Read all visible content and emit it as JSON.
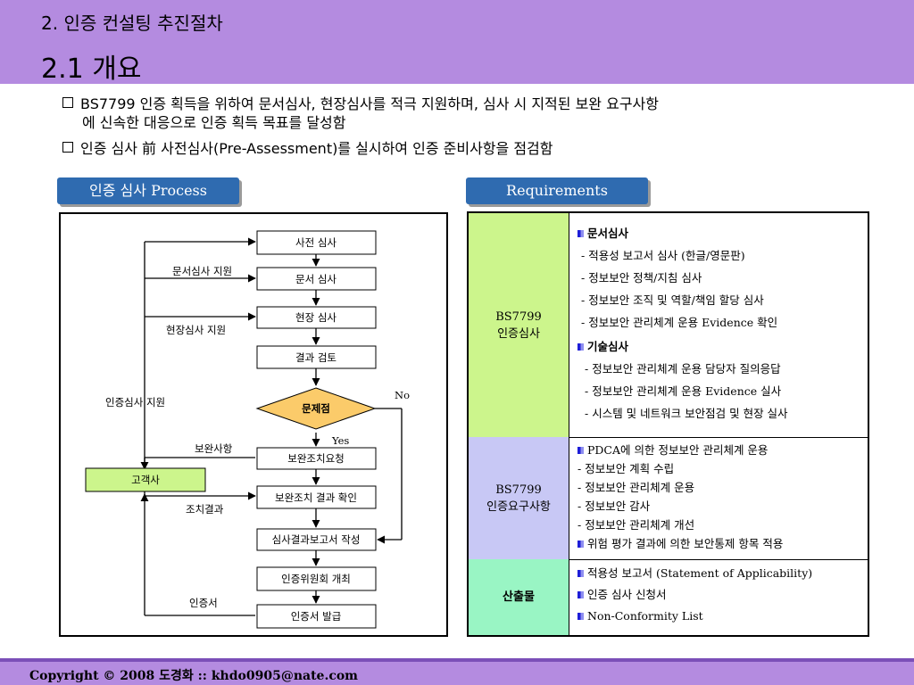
{
  "header": {
    "subtitle": "2. 인증 컨설팅 추진절차",
    "title": "2.1  개요"
  },
  "bullets": [
    {
      "line1": "BS7799 인증 획득을 위하여 문서심사, 현장심사를 적극 지원하며, 심사 시 지적된 보완 요구사항",
      "line2": "에 신속한 대응으로 인증 획득 목표를 달성함"
    },
    {
      "line1": "인증 심사 前 사전심사(Pre-Assessment)를 실시하여 인증 준비사항을 점검함"
    }
  ],
  "process": {
    "pill": "인증 심사 Process",
    "steps": [
      "사전 심사",
      "문서 심사",
      "현장 심사",
      "결과 검토",
      "보완조치요청",
      "보완조치 결과 확인",
      "심사결과보고서 작성",
      "인증위원회 개최",
      "인증서 발급"
    ],
    "decision": "문제점",
    "customer": "고객사",
    "labels": {
      "doc_support": "문서심사 지원",
      "site_support": "현장심사 지원",
      "cert_support": "인증심사 지원",
      "supplement": "보완사항",
      "action_result": "조치결과",
      "certificate": "인증서",
      "no": "No",
      "yes": "Yes"
    }
  },
  "requirements": {
    "pill": "Requirements",
    "rows": [
      {
        "head": [
          "BS7799",
          "인증심사"
        ],
        "sections": [
          {
            "title": "문서심사",
            "items": [
              "- 적용성 보고서 심사 (한글/영문판)",
              "- 정보보안 정책/지침 심사",
              "- 정보보안 조직 및 역할/책임 할당 심사",
              "- 정보보안 관리체계 운용 Evidence 확인"
            ]
          },
          {
            "title": "기술심사",
            "items": [
              "- 정보보안 관리체계 운용 담당자 질의응답",
              "- 정보보안 관리체계 운용 Evidence 실사",
              "- 시스템 및 네트워크 보안점검 및 현장 실사"
            ]
          }
        ]
      },
      {
        "head": [
          "BS7799",
          "인증요구사항"
        ],
        "lines": [
          {
            "bullet": true,
            "text": "PDCA에 의한 정보보안 관리체계 운용"
          },
          {
            "bullet": false,
            "text": "- 정보보안 계획 수립"
          },
          {
            "bullet": false,
            "text": "- 정보보안 관리체계 운용"
          },
          {
            "bullet": false,
            "text": "- 정보보안 감사"
          },
          {
            "bullet": false,
            "text": "- 정보보안 관리체계 개선"
          },
          {
            "bullet": true,
            "text": "위험 평가 결과에 의한 보안통제 항목 적용"
          }
        ]
      },
      {
        "head": [
          "산출물"
        ],
        "lines": [
          {
            "bullet": true,
            "text": "적용성 보고서 (Statement of Applicability)"
          },
          {
            "bullet": true,
            "text": "인증 심사 신청서"
          },
          {
            "bullet": true,
            "text": "Non-Conformity List"
          }
        ]
      }
    ],
    "colors": {
      "row1": "#ccf58c",
      "row2": "#c8c8f5",
      "row3": "#99f5c4"
    }
  },
  "footer": {
    "copyright": "Copyright © 2008 도경화 :: khdo0905@nate.com"
  }
}
